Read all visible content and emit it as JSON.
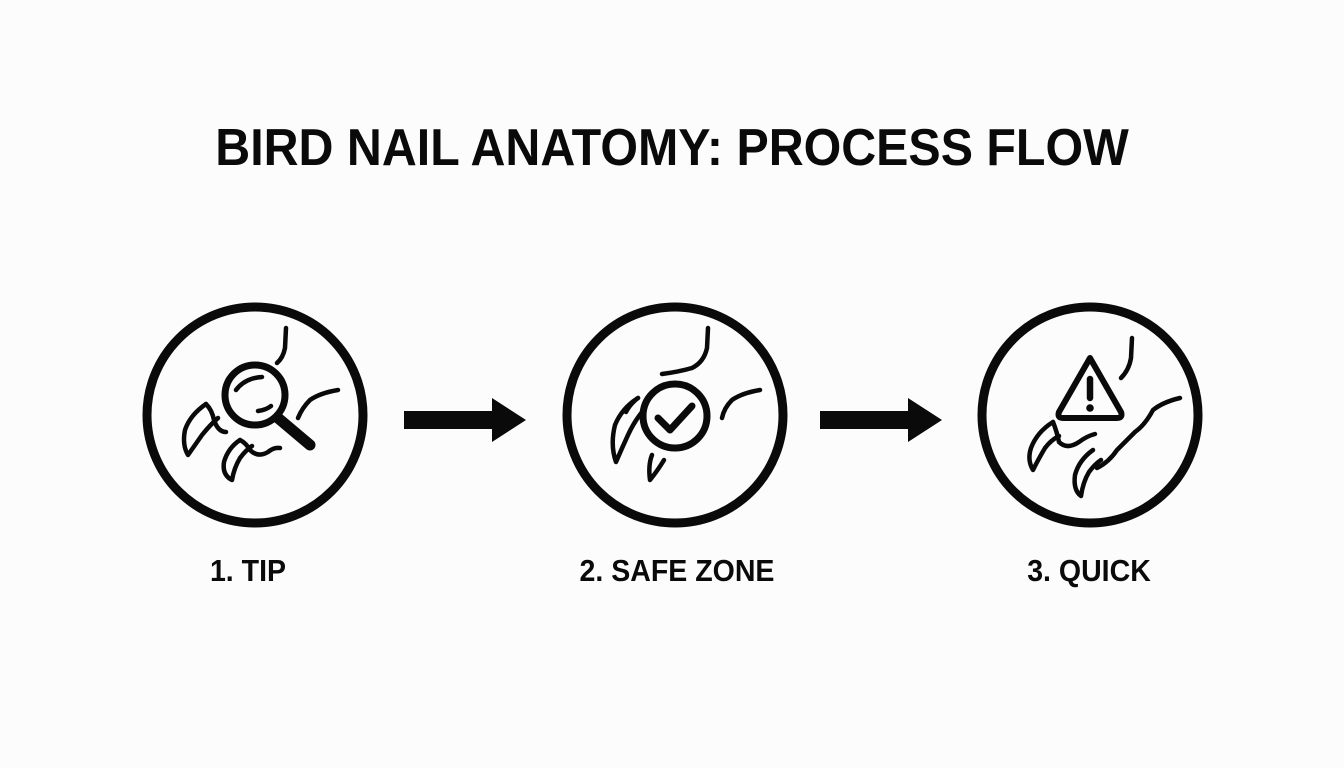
{
  "title": "BIRD NAIL ANATOMY: PROCESS FLOW",
  "steps": [
    {
      "label": "1. TIP",
      "icon": "magnifying-glass-claw-icon"
    },
    {
      "label": "2. SAFE ZONE",
      "icon": "checkmark-claw-icon"
    },
    {
      "label": "3. QUICK",
      "icon": "warning-claw-icon"
    }
  ],
  "arrows": [
    "arrow-right-icon",
    "arrow-right-icon"
  ],
  "colors": {
    "background": "#fcfcfc",
    "ink": "#0a0a0a"
  }
}
